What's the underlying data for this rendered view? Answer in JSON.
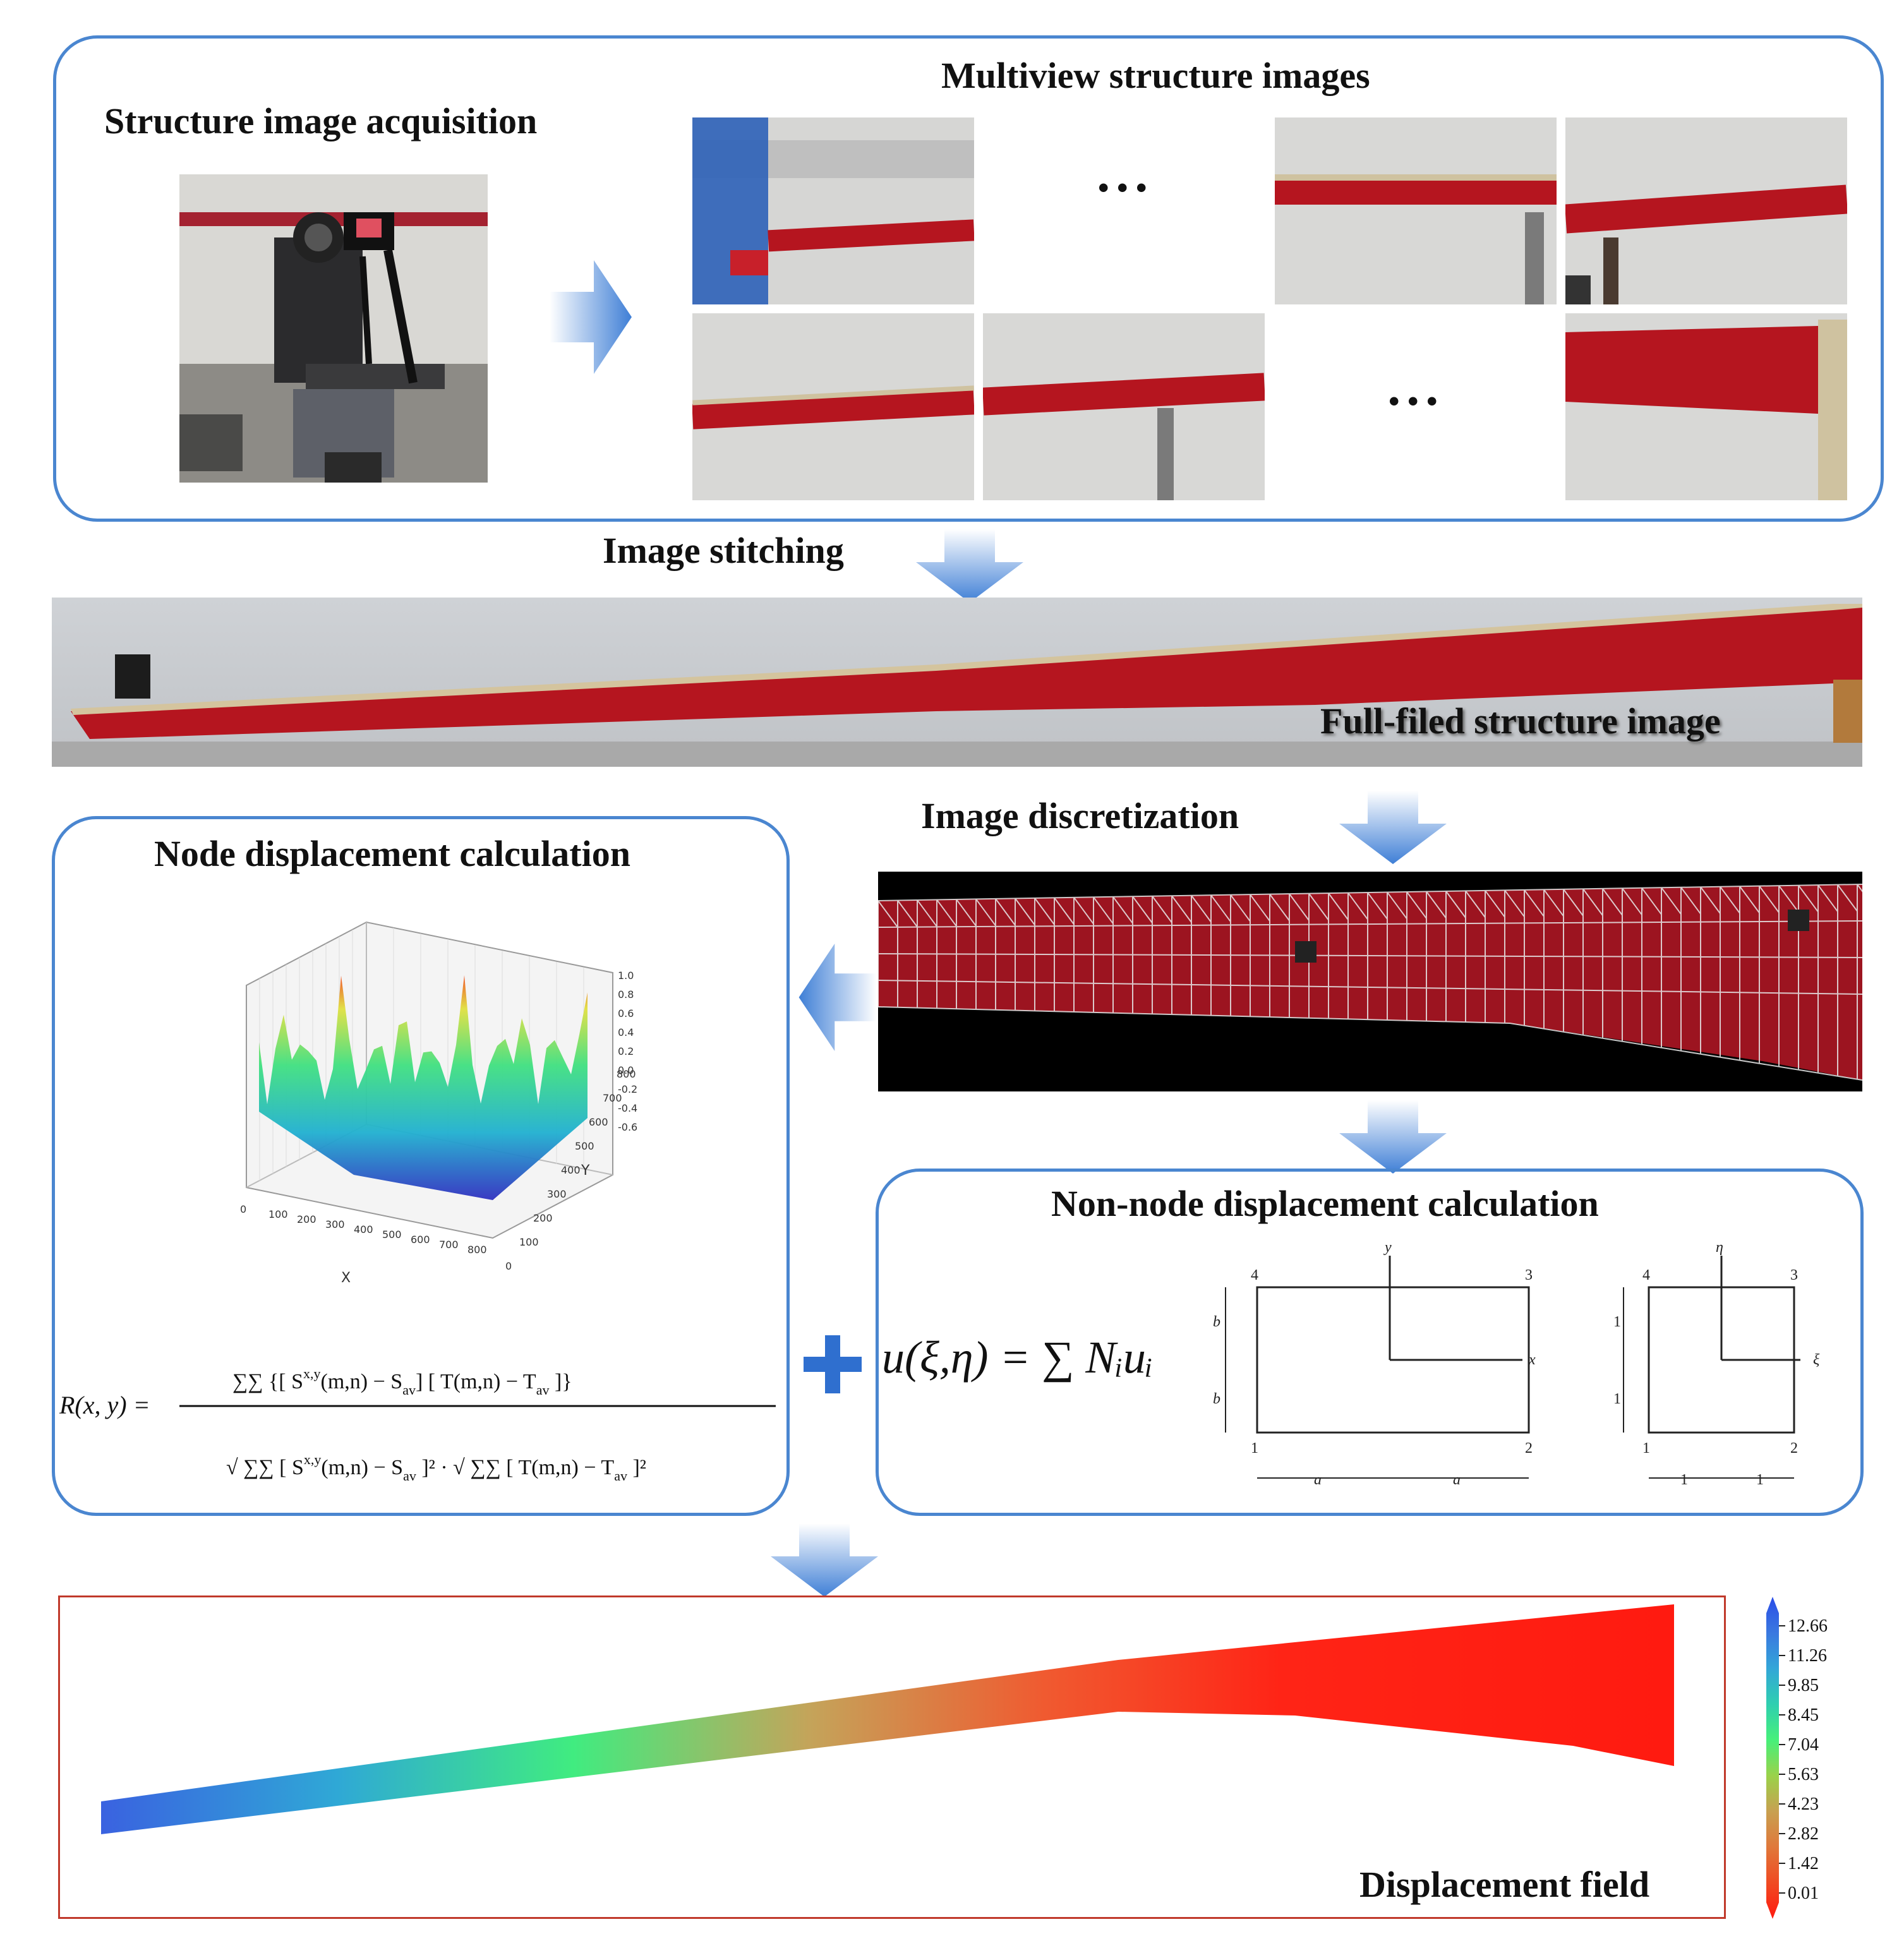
{
  "titles": {
    "acquisition": "Structure image acquisition",
    "multiview": "Multiview structure images",
    "stitching": "Image stitching",
    "fullfield": "Full-filed structure image",
    "discretization": "Image discretization",
    "node": "Node displacement calculation",
    "nonnode": "Non-node displacement calculation",
    "displacement": "Displacement field"
  },
  "ellipsis": "• • •",
  "surface_plot": {
    "z_ticks": [
      "1.0",
      "0.8",
      "0.6",
      "0.4",
      "0.2",
      "0.0",
      "-0.2",
      "-0.4",
      "-0.6"
    ],
    "x_ticks": [
      "0",
      "100",
      "200",
      "300",
      "400",
      "500",
      "600",
      "700",
      "800"
    ],
    "y_ticks": [
      "0",
      "100",
      "200",
      "300",
      "400",
      "500",
      "600",
      "700",
      "800"
    ],
    "x_label": "X",
    "y_label": "Y"
  },
  "formulas": {
    "correlation_lhs": "R(x, y) =",
    "shape_function": "u(ξ,η) = ∑ Nᵢuᵢ"
  },
  "element_diagram": {
    "physical": {
      "nodes": [
        "1",
        "2",
        "3",
        "4"
      ],
      "axis_x": "x",
      "axis_y": "y",
      "half_width": "a",
      "half_height": "b"
    },
    "natural": {
      "nodes": [
        "1",
        "2",
        "3",
        "4"
      ],
      "axis_x": "ξ",
      "axis_y": "η",
      "half_width": "1",
      "half_height": "1"
    }
  },
  "colorbar": {
    "ticks": [
      "12.66",
      "11.26",
      "9.85",
      "8.45",
      "7.04",
      "5.63",
      "4.23",
      "2.82",
      "1.42",
      "0.01"
    ],
    "colors": [
      "#2a4de8",
      "#3a78e0",
      "#33a6d8",
      "#2fcfb0",
      "#46f07a",
      "#9ad24a",
      "#c8a050",
      "#e0783a",
      "#f04a22",
      "#ff1a10"
    ]
  },
  "colors": {
    "panel_border": "#4a86d0",
    "arrow": "#3f7fd6",
    "beam_red": "#b5151f",
    "field_border": "#c0392b"
  }
}
